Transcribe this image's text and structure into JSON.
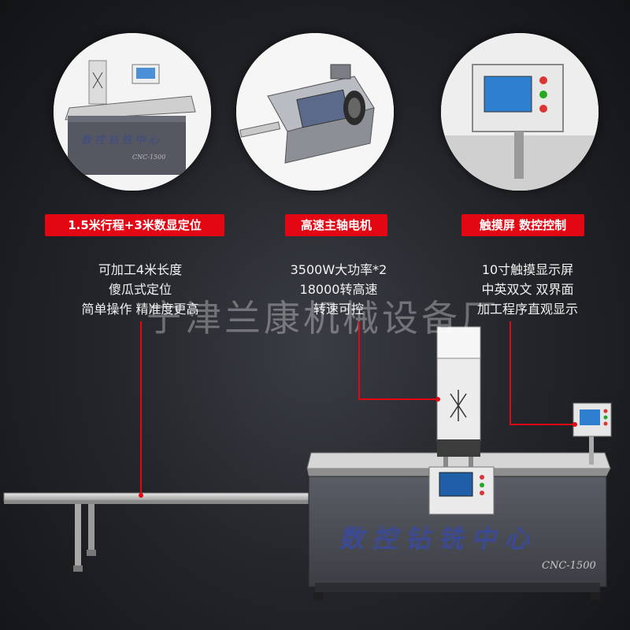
{
  "features": [
    {
      "badge": "1.5米行程+3米数显定位",
      "lines": [
        "可加工4米长度",
        "傻瓜式定位",
        "简单操作 精准度更高"
      ]
    },
    {
      "badge": "高速主轴电机",
      "lines": [
        "3500W大功率*2",
        "18000转高速",
        "转速可控"
      ]
    },
    {
      "badge": "触摸屏 数控控制",
      "lines": [
        "10寸触摸显示屏",
        "中英双文 双界面",
        "加工程序直观显示"
      ]
    }
  ],
  "watermark": "宁津兰康机械设备厂",
  "machine": {
    "front_text": "数控钻铣中心",
    "model": "CNC-1500"
  },
  "colors": {
    "accent": "#e30613",
    "background": "#24262b",
    "machine_body": "#4a4d55"
  }
}
